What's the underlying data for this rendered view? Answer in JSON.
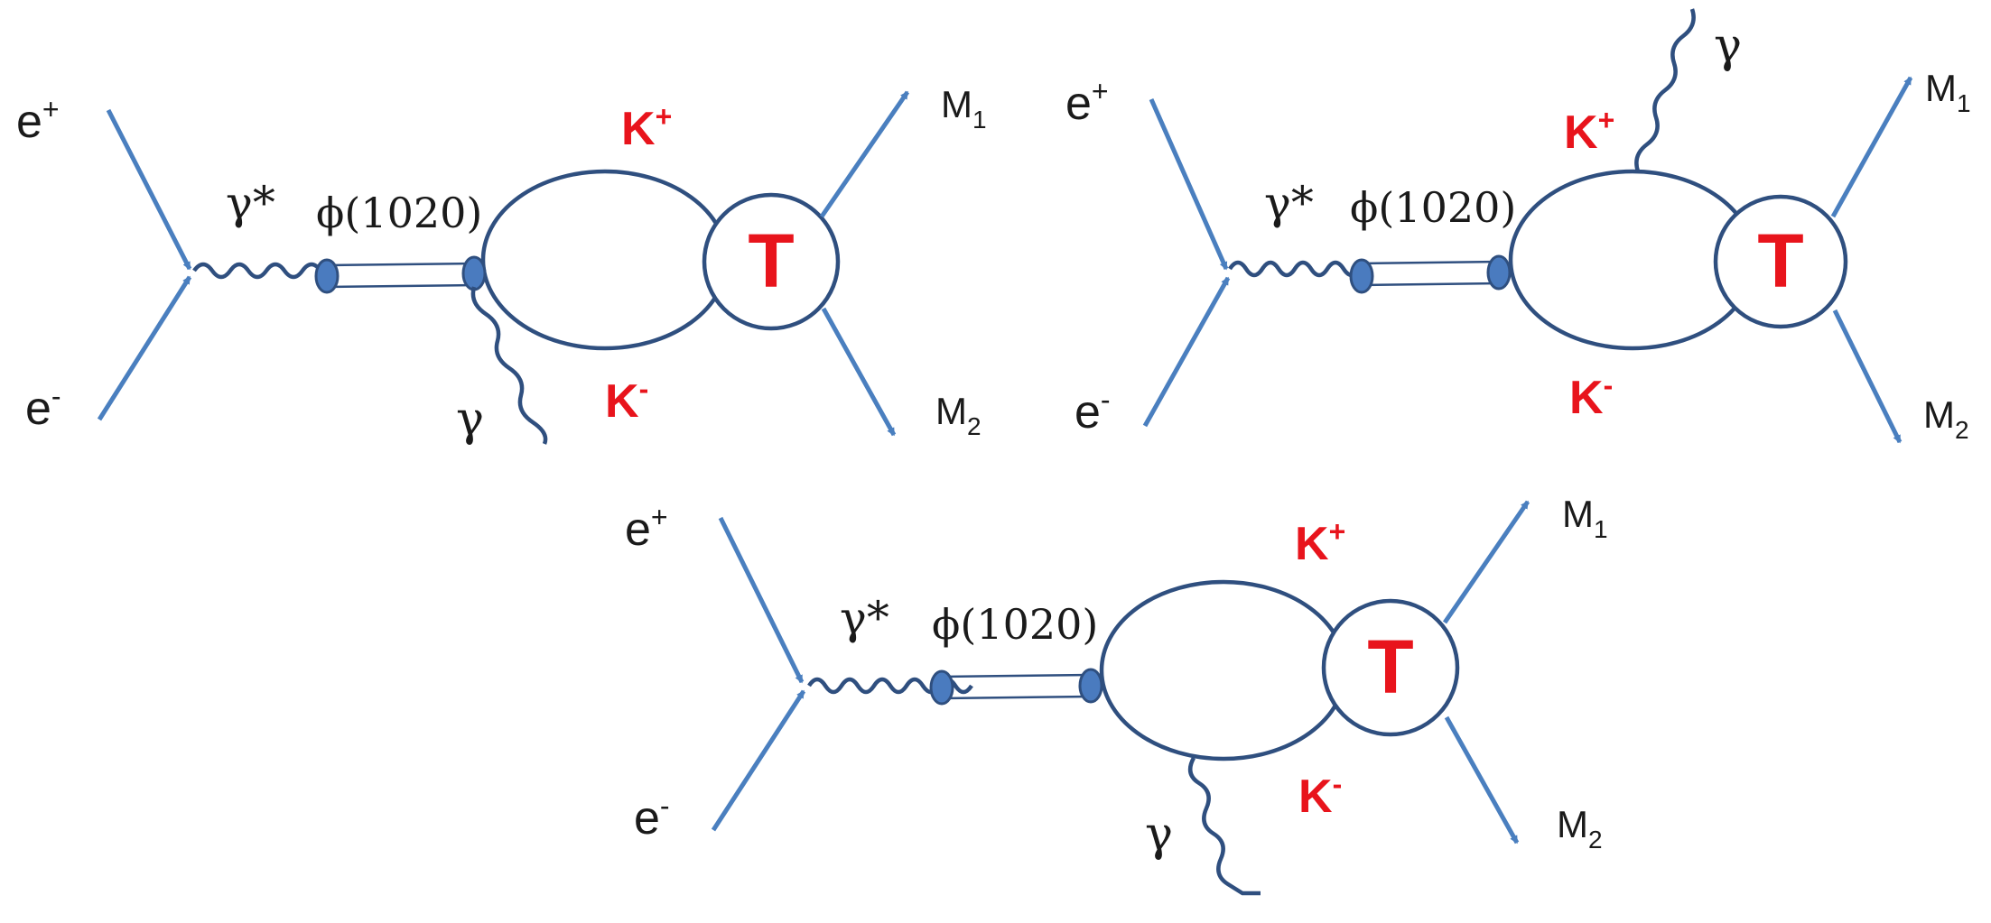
{
  "colors": {
    "arrow": "#4a7fbf",
    "outline": "#2f4f7f",
    "vertex": "#4a7bbf",
    "red_text": "#e8141c",
    "text": "#1a1a1a"
  },
  "diagrams": [
    {
      "e_plus": "e",
      "e_plus_sup": "+",
      "e_minus": "e",
      "e_minus_sup": "-",
      "gamma_star": "γ*",
      "phi": "ϕ(1020)",
      "k_plus": "K",
      "k_plus_sup": "+",
      "k_minus": "K",
      "k_minus_sup": "-",
      "t": "T",
      "m1": "M",
      "m1_sub": "1",
      "m2": "M",
      "m2_sub": "2",
      "gamma": "γ"
    },
    {
      "e_plus": "e",
      "e_plus_sup": "+",
      "e_minus": "e",
      "e_minus_sup": "-",
      "gamma_star": "γ*",
      "phi": "ϕ(1020)",
      "k_plus": "K",
      "k_plus_sup": "+",
      "k_minus": "K",
      "k_minus_sup": "-",
      "t": "T",
      "m1": "M",
      "m1_sub": "1",
      "m2": "M",
      "m2_sub": "2",
      "gamma": "γ"
    },
    {
      "e_plus": "e",
      "e_plus_sup": "+",
      "e_minus": "e",
      "e_minus_sup": "-",
      "gamma_star": "γ*",
      "phi": "ϕ(1020)",
      "k_plus": "K",
      "k_plus_sup": "+",
      "k_minus": "K",
      "k_minus_sup": "-",
      "t": "T",
      "m1": "M",
      "m1_sub": "1",
      "m2": "M",
      "m2_sub": "2",
      "gamma": "γ"
    }
  ]
}
